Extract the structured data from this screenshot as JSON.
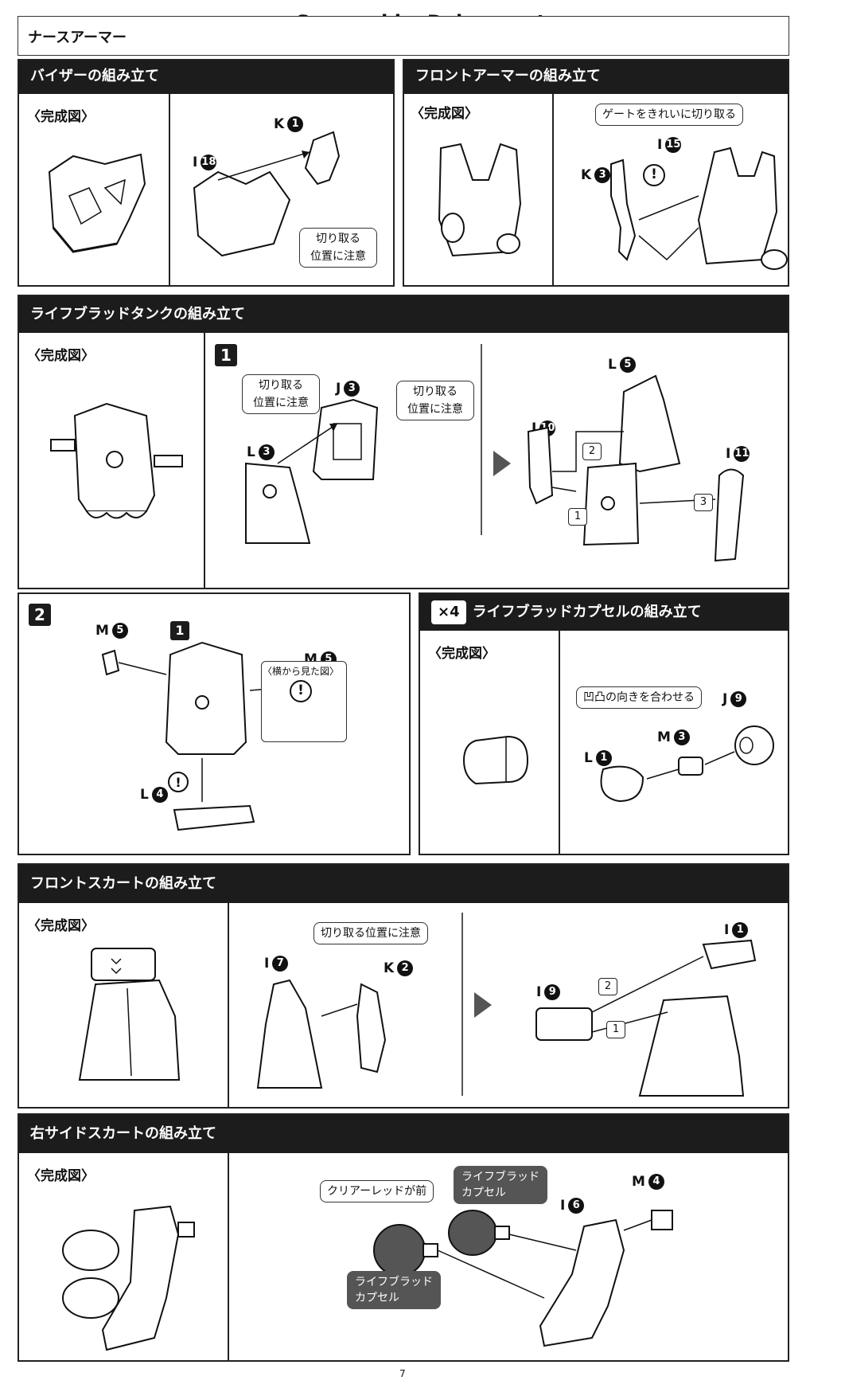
{
  "watermark": "Scanned by Dalong.net",
  "page_number": "7",
  "top_title": "ナースアーマー",
  "sections": {
    "visor": {
      "title": "バイザーの組み立て",
      "done_label": "〈完成図〉",
      "parts": {
        "k": "K",
        "k_num": "1",
        "i": "I",
        "i_num": "18"
      },
      "note": "切り取る\n位置に注意"
    },
    "front_armor": {
      "title": "フロントアーマーの組み立て",
      "done_label": "〈完成図〉",
      "note": "ゲートをきれいに切り取る",
      "parts": {
        "i": "I",
        "i_num": "15",
        "k": "K",
        "k_num": "3"
      }
    },
    "lifeblood_tank": {
      "title": "ライフブラッドタンクの組み立て",
      "done_label": "〈完成図〉",
      "step1": "1",
      "note_left": "切り取る\n位置に注意",
      "note_right": "切り取る\n位置に注意",
      "parts": {
        "j3": "J",
        "j3_num": "3",
        "l3": "L",
        "l3_num": "3",
        "l5": "L",
        "l5_num": "5",
        "i10": "I",
        "i10_num": "10",
        "i11": "I",
        "i11_num": "11"
      },
      "order": [
        "1",
        "2",
        "3"
      ]
    },
    "step2": {
      "number": "2",
      "inner_ref": "1",
      "parts": {
        "m5a": "M",
        "m5a_num": "5",
        "m5b": "M",
        "m5b_num": "5",
        "l4": "L",
        "l4_num": "4"
      },
      "side_view": "〈横から見た図〉"
    },
    "capsule": {
      "multiplier": "×4",
      "title": "ライフブラッドカプセルの組み立て",
      "done_label": "〈完成図〉",
      "note": "凹凸の向きを合わせる",
      "parts": {
        "j9": "J",
        "j9_num": "9",
        "m3": "M",
        "m3_num": "3",
        "l1": "L",
        "l1_num": "1"
      }
    },
    "front_skirt": {
      "title": "フロントスカートの組み立て",
      "done_label": "〈完成図〉",
      "note": "切り取る位置に注意",
      "parts": {
        "i7": "I",
        "i7_num": "7",
        "k2": "K",
        "k2_num": "2",
        "i1": "I",
        "i1_num": "1",
        "i9": "I",
        "i9_num": "9"
      },
      "order": [
        "1",
        "2"
      ]
    },
    "right_side_skirt": {
      "title": "右サイドスカートの組み立て",
      "done_label": "〈完成図〉",
      "note_clear": "クリアーレッドが前",
      "capsule_label_a": "ライフブラッド\nカプセル",
      "capsule_label_b": "ライフブラッド\nカプセル",
      "parts": {
        "m4": "M",
        "m4_num": "4",
        "i6": "I",
        "i6_num": "6"
      }
    }
  }
}
